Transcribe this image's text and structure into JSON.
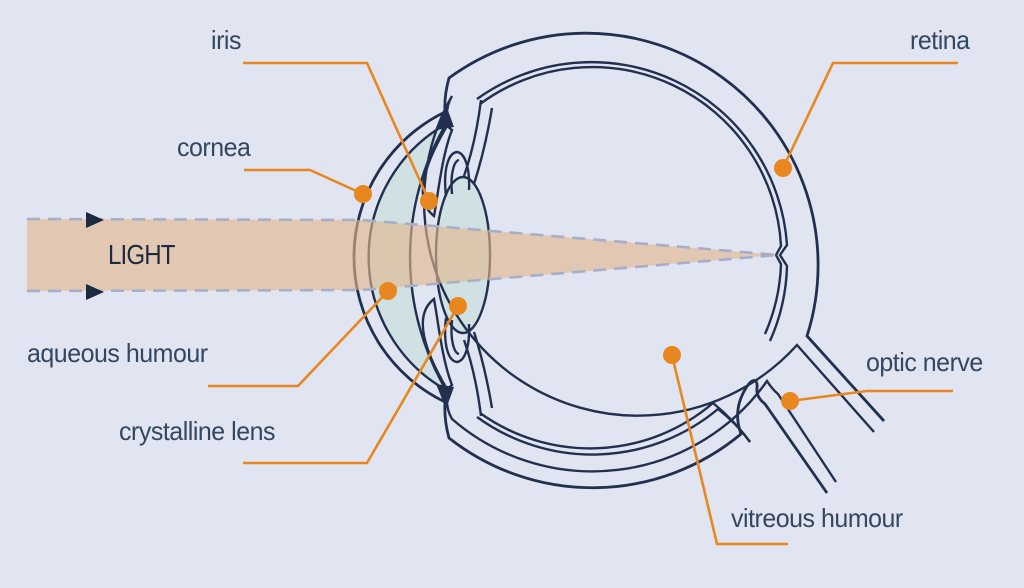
{
  "figure": {
    "description": "Cross-section diagram of a human eye with a beam of light entering through the cornea and focusing on the retina"
  },
  "labels": {
    "iris": "iris",
    "cornea": "cornea",
    "retina": "retina",
    "light": "LIGHT",
    "aqueous_humour": "aqueous humour",
    "crystalline_lens": "crystalline lens",
    "optic_nerve": "optic nerve",
    "vitreous_humour": "vitreous humour"
  },
  "colors": {
    "background": "#e1e4f1",
    "eye_outline": "#22304f",
    "accent_orange": "#e8871f",
    "chamber_fill": "#cfe1e3",
    "light_beam_fill": "#e2b78d",
    "beam_dash": "#a6afc7",
    "label_text": "#33475e",
    "light_text": "#1d2940"
  }
}
